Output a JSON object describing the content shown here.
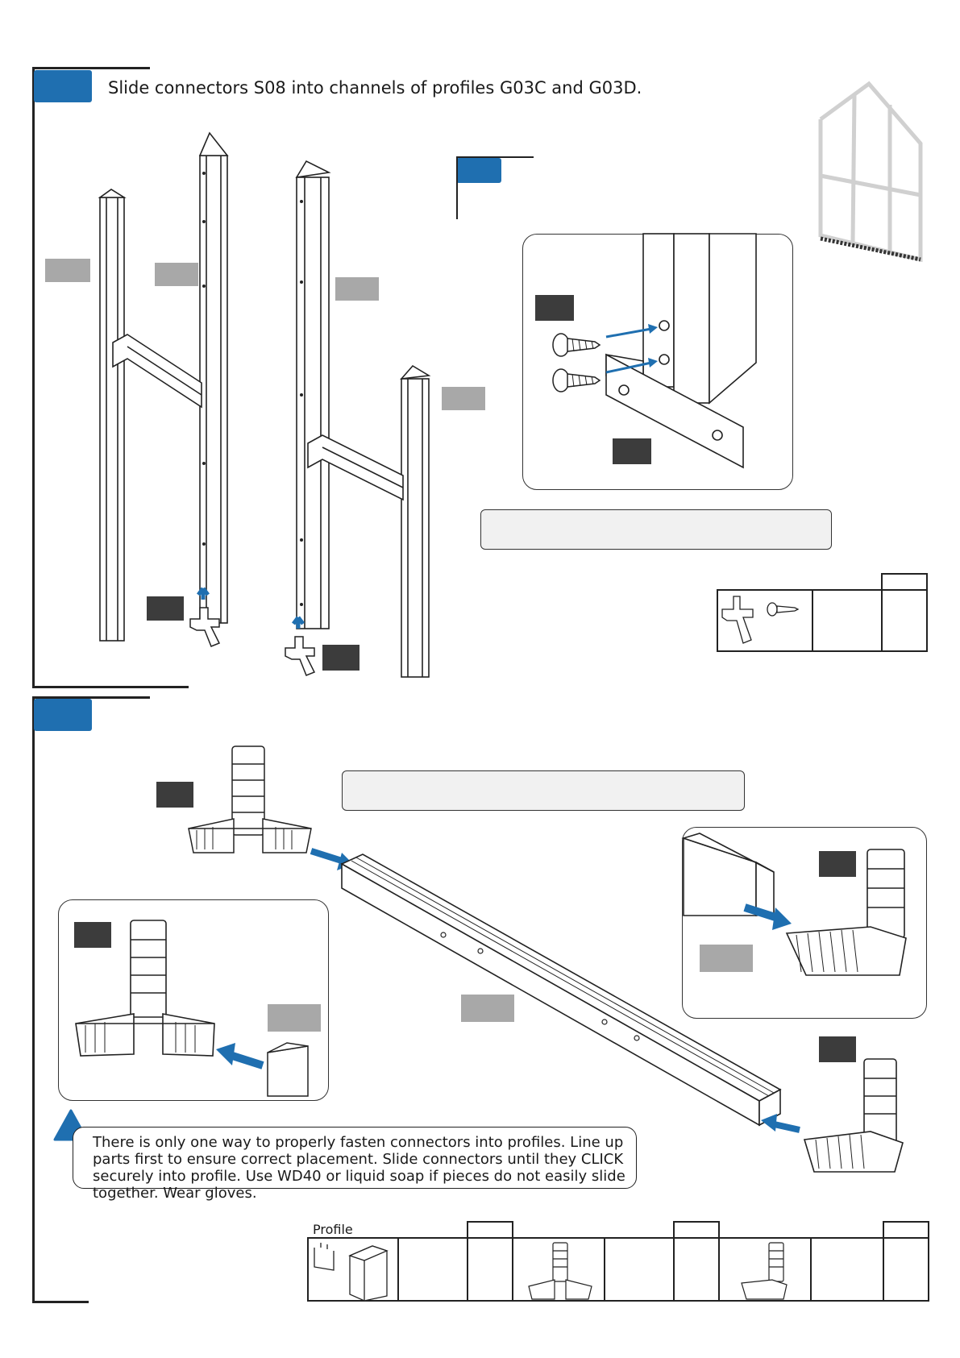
{
  "step1": {
    "instruction": "Slide connectors S08 into channels of profiles G03C and G03D."
  },
  "step2": {
    "warning": "There is only one way to properly fasten connectors into profiles. Line up parts first to ensure correct placement. Slide connectors until they CLICK securely into profile. Use WD40 or liquid soap if pieces do not easily slide together. Wear gloves."
  },
  "parts_table": {
    "header": "Profile"
  },
  "colors": {
    "accent": "#1f6fb0",
    "dark_tag": "#3c3c3c",
    "gray_tag": "#a8a8a8"
  },
  "icons": [
    "warning-triangle-icon",
    "greenhouse-outline-icon",
    "screw-icon",
    "arrow-icon"
  ]
}
